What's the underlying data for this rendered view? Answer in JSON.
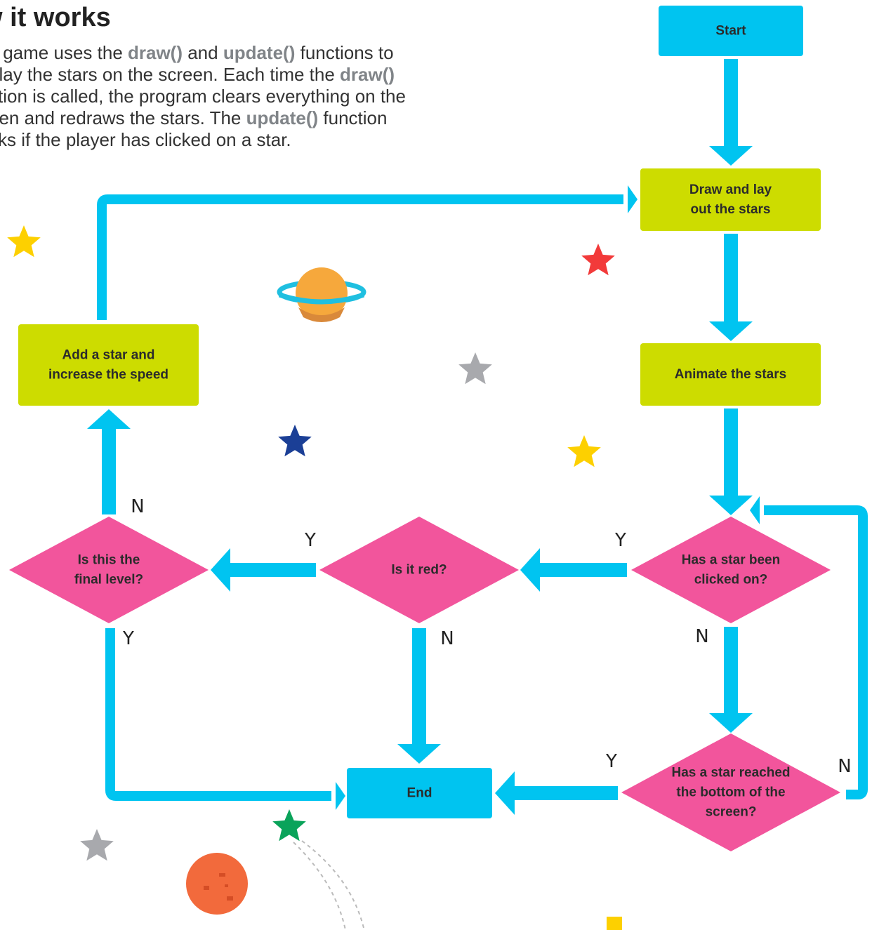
{
  "heading": "w it works",
  "intro": {
    "lines": [
      [
        "s game uses the ",
        {
          "b": "draw()"
        },
        " and ",
        {
          "b": "update()"
        },
        " functions to"
      ],
      [
        "play the stars on the screen. Each time the ",
        {
          "b": "draw()"
        }
      ],
      [
        "ction is called, the program clears everything on the"
      ],
      [
        "een and redraws the stars. The ",
        {
          "b": "update()"
        },
        " function"
      ],
      [
        "cks if the player has clicked on a star."
      ]
    ]
  },
  "nodes": {
    "start": {
      "lines": [
        "Start"
      ]
    },
    "draw": {
      "lines": [
        "Draw and lay",
        "out the stars"
      ]
    },
    "animate": {
      "lines": [
        "Animate the stars"
      ]
    },
    "add_star": {
      "lines": [
        "Add a star and",
        "increase the speed"
      ]
    },
    "clicked": {
      "lines": [
        "Has a star been",
        "clicked on?"
      ]
    },
    "red": {
      "lines": [
        "Is it red?"
      ]
    },
    "final": {
      "lines": [
        "Is this the",
        "final level?"
      ]
    },
    "bottom": {
      "lines": [
        "Has a star reached",
        "the bottom of the",
        "screen?"
      ]
    },
    "end": {
      "lines": [
        "End"
      ]
    }
  },
  "edge_labels": {
    "clicked_yes": "Y",
    "clicked_no": "N",
    "red_yes": "Y",
    "red_no": "N",
    "final_no": "N",
    "final_yes": "Y",
    "bottom_yes": "Y",
    "bottom_no": "N"
  },
  "colors": {
    "arrow": "#00c4f0",
    "process": "#cddc00",
    "decision": "#f2559c",
    "terminal": "#00c4f0",
    "star_yellow": "#fdd000",
    "star_red": "#f23a3a",
    "star_gray": "#a8a9ad",
    "star_navy": "#1b3f96",
    "star_green": "#0aa35a",
    "planet_orange": "#f6a83c",
    "planet_ring": "#1fbfe0",
    "moon_red": "#f26a3c"
  }
}
